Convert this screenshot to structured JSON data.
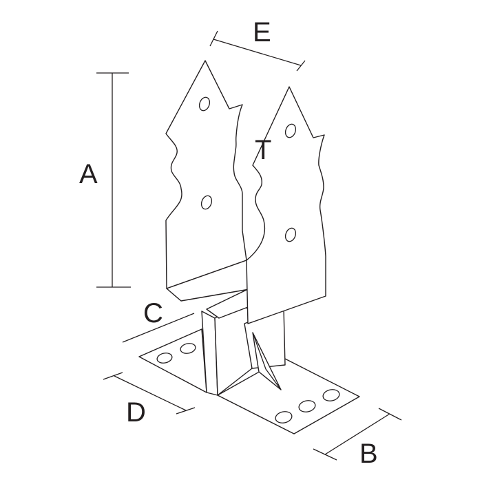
{
  "labels": {
    "A": "A",
    "B": "B",
    "C": "C",
    "D": "D",
    "E": "E",
    "T": "T"
  },
  "colors": {
    "line": "#231f20",
    "fill": "#ffffff",
    "background": "#ffffff"
  }
}
